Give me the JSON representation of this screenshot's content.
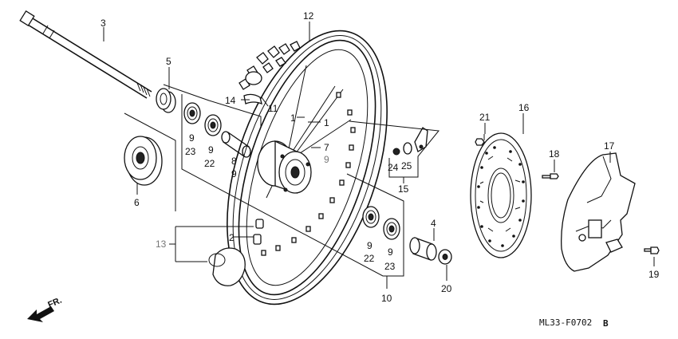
{
  "diagram": {
    "code": "ML33-F0702",
    "code_suffix": "B",
    "direction_label": "FR.",
    "labels": {
      "p1a": "1",
      "p1b": "1",
      "p2": "2",
      "p3": "3",
      "p4": "4",
      "p5": "5",
      "p6": "6",
      "p7": "7",
      "p8": "8",
      "p9a": "9",
      "p9b": "9",
      "p9c": "9",
      "p9d": "9",
      "p9e": "9",
      "p9f": "9",
      "p10": "10",
      "p11": "11",
      "p12": "12",
      "p13": "13",
      "p14": "14",
      "p15": "15",
      "p16": "16",
      "p17": "17",
      "p18": "18",
      "p19": "19",
      "p20": "20",
      "p21": "21",
      "p22a": "22",
      "p22b": "22",
      "p23a": "23",
      "p23b": "23",
      "p24": "24",
      "p25": "25"
    }
  }
}
